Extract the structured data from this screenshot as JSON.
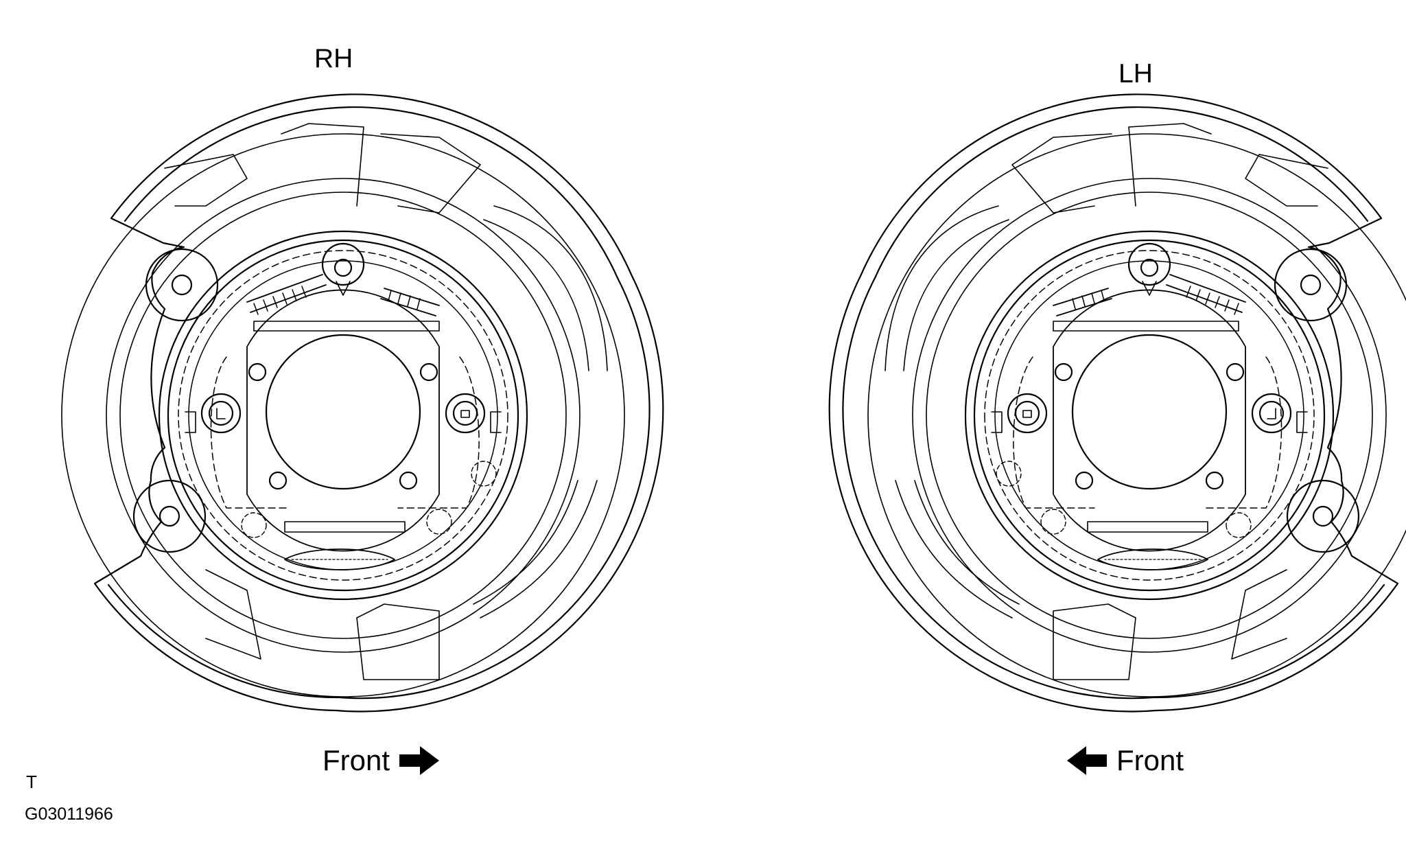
{
  "figure": {
    "left_title": "RH",
    "right_title": "LH",
    "front_label_left": "Front",
    "front_label_right": "Front",
    "corner_mark": "T",
    "figure_code": "G03011966",
    "left_arrow_direction": "right",
    "right_arrow_direction": "left",
    "line_color": "#000000",
    "background_color": "#ffffff"
  }
}
